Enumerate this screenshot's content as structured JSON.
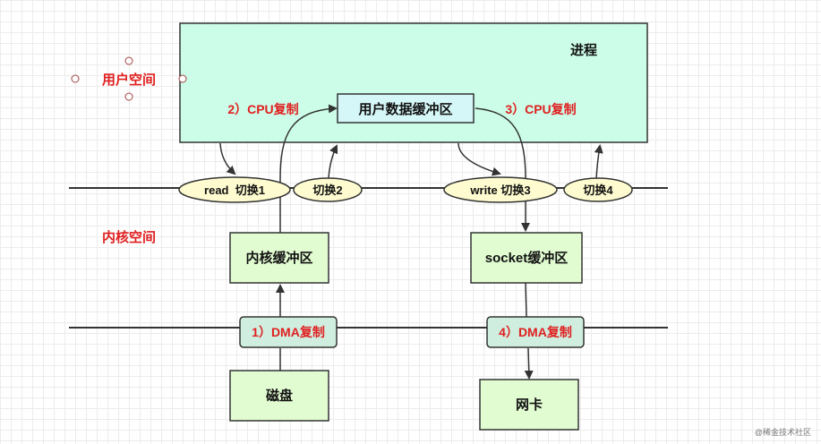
{
  "diagram": {
    "process_title": "进程",
    "user_space_label": "用户空间",
    "kernel_space_label": "内核空间",
    "user_buffer": "用户数据缓冲区",
    "kernel_buffer": "内核缓冲区",
    "socket_buffer": "socket缓冲区",
    "disk": "磁盘",
    "nic": "网卡",
    "switch_read": "read  切换1",
    "switch_2": "切换2",
    "switch_write": "write 切换3",
    "switch_4": "切换4",
    "cpu_copy_2": "2）CPU复制",
    "cpu_copy_3": "3）CPU复制",
    "dma_copy_1": "1）DMA复制",
    "dma_copy_4": "4）DMA复制",
    "watermark": "@稀金技术社区"
  },
  "colors": {
    "process_fill": "#ccfde8",
    "process_stroke": "#333333",
    "user_buffer_fill": "#d6f7f7",
    "kernel_box_fill": "#e2fcd2",
    "dma_box_fill": "#cfeee0",
    "ellipse_fill": "#fdfbcf",
    "label_red": "#e02020",
    "line": "#333333"
  }
}
